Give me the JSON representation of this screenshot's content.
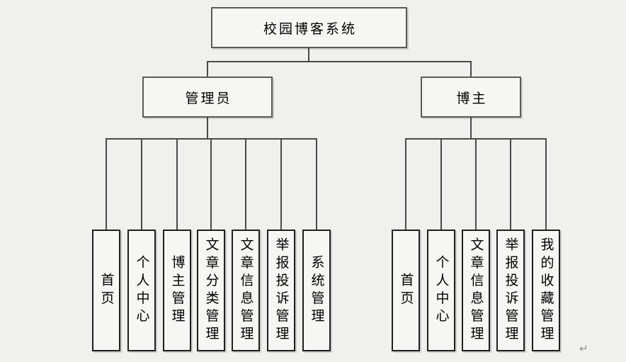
{
  "diagram": {
    "title": "校园博客系统",
    "root": {
      "label": "校园博客系统"
    },
    "branches": [
      {
        "label": "管理员",
        "children": [
          "首页",
          "个人中心",
          "博主管理",
          "文章分类管理",
          "文章信息管理",
          "举报投诉管理",
          "系统管理"
        ]
      },
      {
        "label": "博主",
        "children": [
          "首页",
          "个人中心",
          "文章信息管理",
          "举报投诉管理",
          "我的收藏管理"
        ]
      }
    ]
  },
  "return_mark": "↵",
  "colors": {
    "background": "#f0f0ef",
    "box_fill": "#f6f6f5",
    "box_border": "#1f1f1f",
    "connector": "#4a4a4a",
    "text": "#000000",
    "return_mark": "#8f8f8f"
  }
}
